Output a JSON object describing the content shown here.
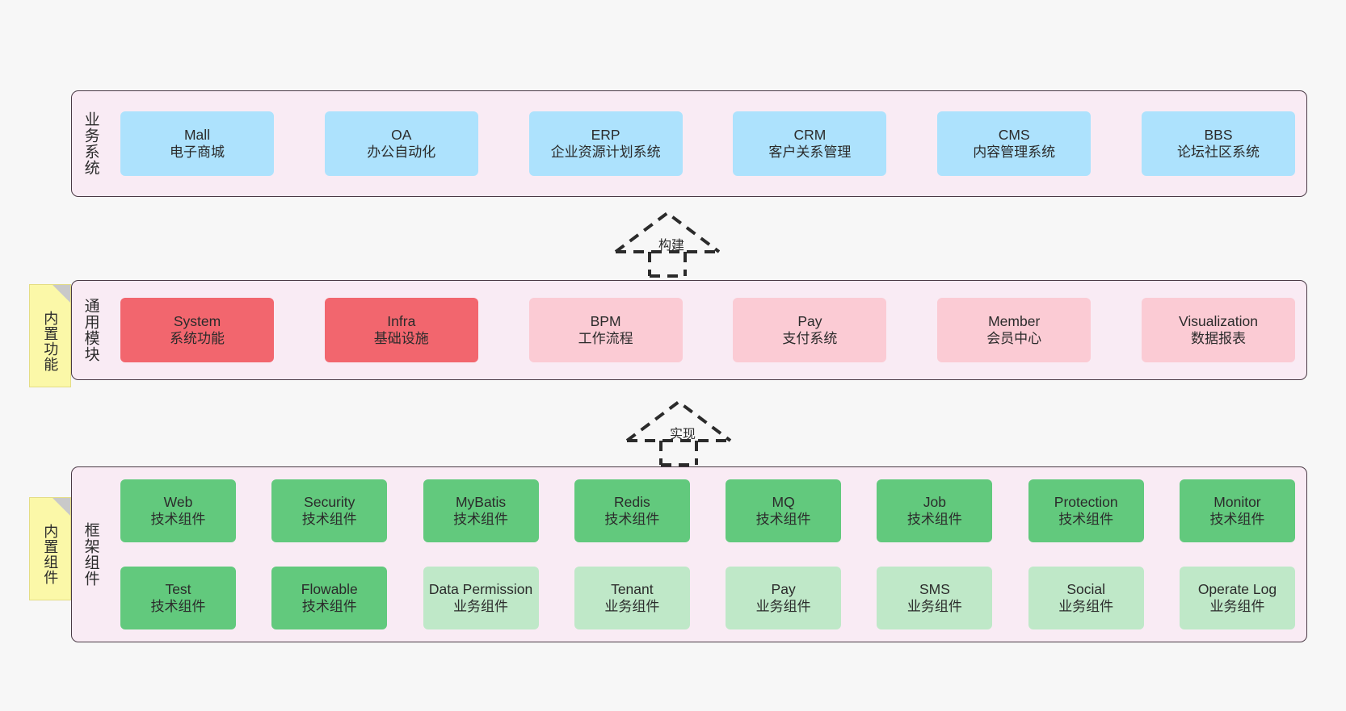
{
  "theme": {
    "background": "#f7f7f7",
    "panel_fill": "#f9ebf4",
    "panel_border": "#4a3a45",
    "blue": "#ade2fd",
    "red": "#f2666e",
    "pink": "#fbcbd4",
    "green_dark": "#62c97d",
    "green_light": "#bfe8c8",
    "note_fill": "#fbf8a8",
    "text": "#2b2b2b"
  },
  "sections": [
    {
      "id": "business-systems",
      "label": "业务系统",
      "note": null,
      "rows": [
        [
          {
            "name": "Mall",
            "desc": "电子商城",
            "color": "blue"
          },
          {
            "name": "OA",
            "desc": "办公自动化",
            "color": "blue"
          },
          {
            "name": "ERP",
            "desc": "企业资源计划系统",
            "color": "blue"
          },
          {
            "name": "CRM",
            "desc": "客户关系管理",
            "color": "blue"
          },
          {
            "name": "CMS",
            "desc": "内容管理系统",
            "color": "blue"
          },
          {
            "name": "BBS",
            "desc": "论坛社区系统",
            "color": "blue"
          }
        ]
      ]
    },
    {
      "id": "common-modules",
      "label": "通用模块",
      "note": "内置功能",
      "rows": [
        [
          {
            "name": "System",
            "desc": "系统功能",
            "color": "red"
          },
          {
            "name": "Infra",
            "desc": "基础设施",
            "color": "red"
          },
          {
            "name": "BPM",
            "desc": "工作流程",
            "color": "pink"
          },
          {
            "name": "Pay",
            "desc": "支付系统",
            "color": "pink"
          },
          {
            "name": "Member",
            "desc": "会员中心",
            "color": "pink"
          },
          {
            "name": "Visualization",
            "desc": "数据报表",
            "color": "pink"
          }
        ]
      ]
    },
    {
      "id": "framework-components",
      "label": "框架组件",
      "note": "内置组件",
      "rows": [
        [
          {
            "name": "Web",
            "desc": "技术组件",
            "color": "green_dark"
          },
          {
            "name": "Security",
            "desc": "技术组件",
            "color": "green_dark"
          },
          {
            "name": "MyBatis",
            "desc": "技术组件",
            "color": "green_dark"
          },
          {
            "name": "Redis",
            "desc": "技术组件",
            "color": "green_dark"
          },
          {
            "name": "MQ",
            "desc": "技术组件",
            "color": "green_dark"
          },
          {
            "name": "Job",
            "desc": "技术组件",
            "color": "green_dark"
          },
          {
            "name": "Protection",
            "desc": "技术组件",
            "color": "green_dark"
          },
          {
            "name": "Monitor",
            "desc": "技术组件",
            "color": "green_dark"
          }
        ],
        [
          {
            "name": "Test",
            "desc": "技术组件",
            "color": "green_dark"
          },
          {
            "name": "Flowable",
            "desc": "技术组件",
            "color": "green_dark"
          },
          {
            "name": "Data Permission",
            "desc": "业务组件",
            "color": "green_light"
          },
          {
            "name": "Tenant",
            "desc": "业务组件",
            "color": "green_light"
          },
          {
            "name": "Pay",
            "desc": "业务组件",
            "color": "green_light"
          },
          {
            "name": "SMS",
            "desc": "业务组件",
            "color": "green_light"
          },
          {
            "name": "Social",
            "desc": "业务组件",
            "color": "green_light"
          },
          {
            "name": "Operate Log",
            "desc": "业务组件",
            "color": "green_light"
          }
        ]
      ]
    }
  ],
  "connectors": [
    {
      "id": "build-arrow",
      "label": "构建"
    },
    {
      "id": "realize-arrow",
      "label": "实现"
    }
  ]
}
